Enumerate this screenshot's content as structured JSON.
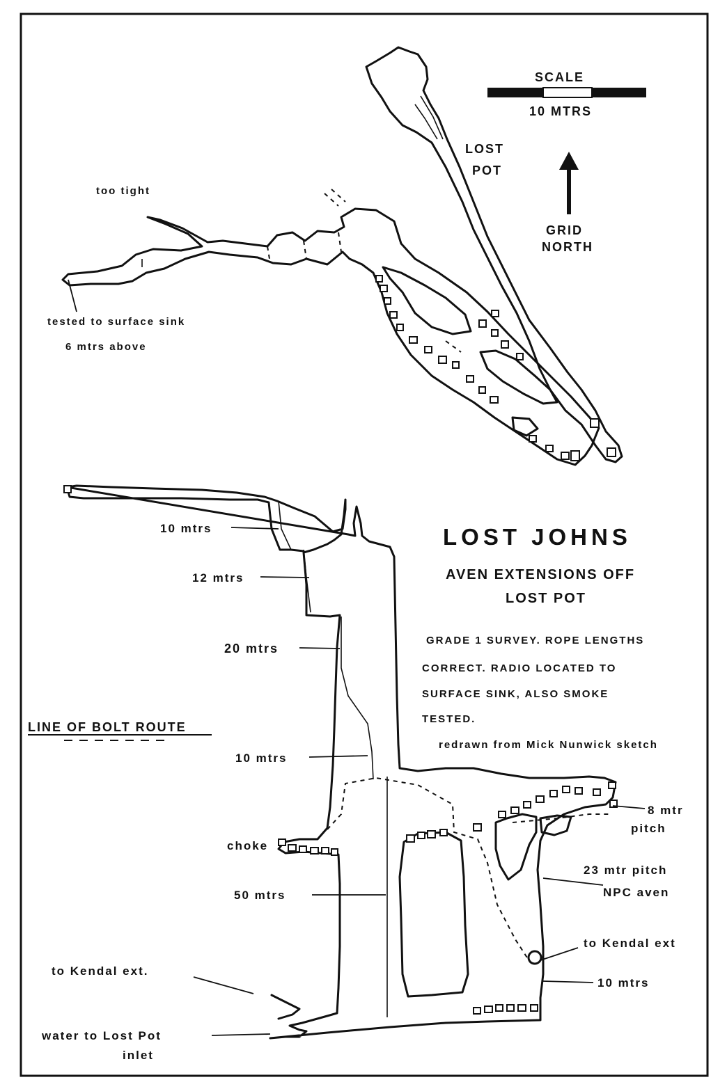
{
  "title": "LOST JOHNS",
  "subtitle_line1": "AVEN EXTENSIONS OFF",
  "subtitle_line2": "LOST POT",
  "notes": [
    "GRADE 1 SURVEY.  ROPE  LENGTHS",
    "CORRECT.  RADIO LOCATED  TO",
    "SURFACE  SINK,  ALSO  SMOKE",
    "TESTED."
  ],
  "credit": "redrawn from Mick Nunwick sketch",
  "scale": {
    "title": "SCALE",
    "label": "10 MTRS"
  },
  "north": {
    "line1": "GRID",
    "line2": "NORTH"
  },
  "legend": {
    "label": "LINE OF BOLT ROUTE"
  },
  "plan_labels": {
    "lost_pot_1": "LOST",
    "lost_pot_2": "POT",
    "too_tight": "too  tight",
    "tested_1": "tested  to  surface  sink",
    "tested_2": "6 mtrs    above"
  },
  "section_labels": {
    "p10_top": "10  mtrs",
    "p12": "12  mtrs",
    "p20": "20  mtrs",
    "p10_mid": "10  mtrs",
    "choke": "choke",
    "p50": "50  mtrs",
    "kendal_left": "to  Kendal  ext.",
    "water_1": "water  to  Lost  Pot",
    "water_2": "inlet",
    "pitch8_1": "8  mtr",
    "pitch8_2": "pitch",
    "pitch23_1": "23  mtr  pitch",
    "pitch23_2": "NPC  aven",
    "kendal_right": "to  Kendal  ext",
    "p10_bottom": "10  mtrs"
  }
}
